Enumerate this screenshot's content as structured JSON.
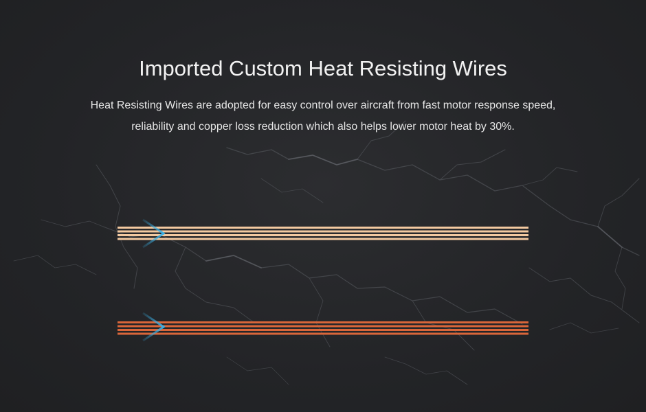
{
  "header": {
    "title": "Imported Custom Heat Resisting Wires",
    "description_line1": "Heat Resisting Wires are adopted for easy control over aircraft from fast motor response speed,",
    "description_line2": "reliability and copper loss reduction which also helps lower motor heat by 30%."
  },
  "colors": {
    "background": "#252628",
    "wire_light": "#f3c9a0",
    "wire_dark": "#d9663a",
    "arrow": "#3ab0e6"
  },
  "icons": {
    "arrow": "chevron-right-icon",
    "background": "lightning-pattern"
  }
}
